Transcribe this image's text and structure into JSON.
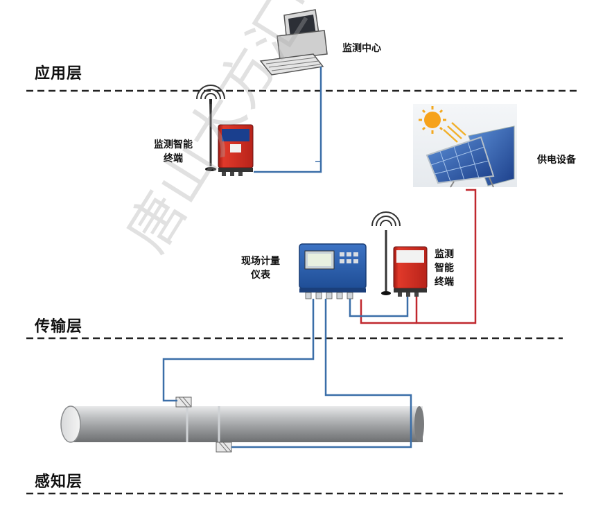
{
  "layers": {
    "application": "应用层",
    "transmission": "传输层",
    "perception": "感知层"
  },
  "nodes": {
    "monitoring_center": "监测中心",
    "terminal_top_line1": "监测智能",
    "terminal_top_line2": "终端",
    "power_supply": "供电设备",
    "meter_line1": "现场计量",
    "meter_line2": "仪表",
    "terminal_right_line1": "监测",
    "terminal_right_line2": "智能",
    "terminal_right_line3": "终端"
  },
  "watermark": "唐山大方汇中仪表",
  "colors": {
    "signal_line": "#3a6ea8",
    "power_line": "#c0272d",
    "dashed_divider": "#222222",
    "terminal_body": "#d42a1e",
    "meter_body": "#2a5ca8",
    "pipe": "#a9abad"
  },
  "icons": {
    "computer": "desktop-computer-icon",
    "antenna": "wireless-antenna-icon",
    "solar": "solar-panel-icon",
    "sun": "sun-icon"
  }
}
